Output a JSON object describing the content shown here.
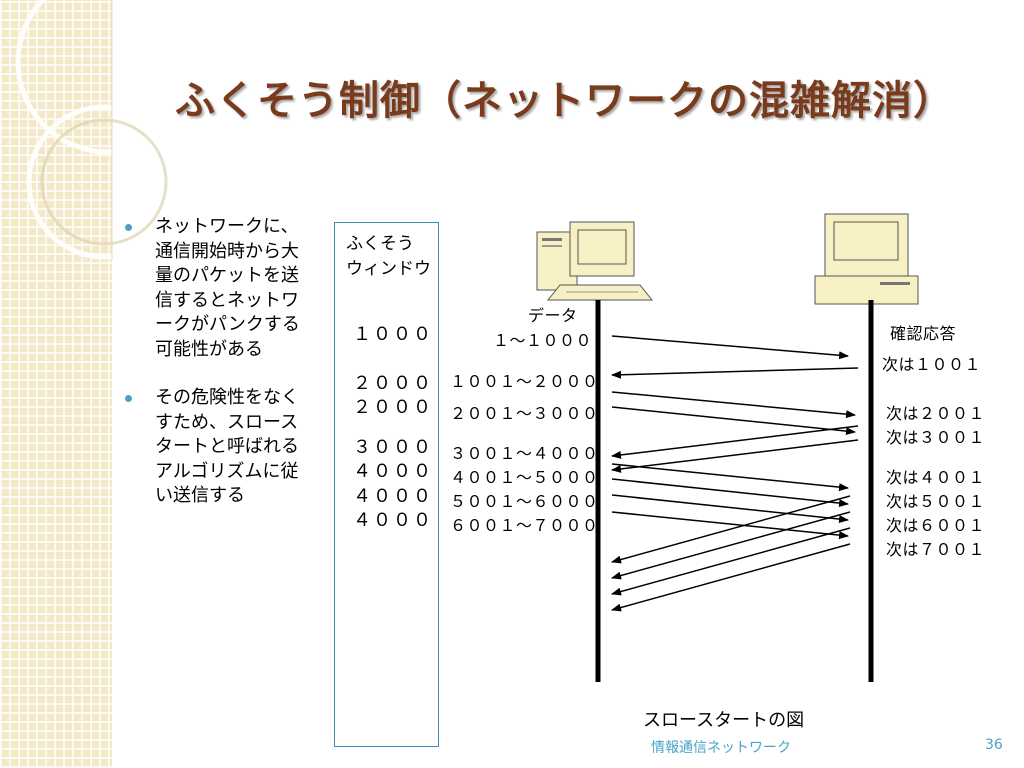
{
  "slide": {
    "title": "ふくそう制御（ネットワークの混雑解消）",
    "bullets": [
      "ネットワークに、通信開始時から大量のパケットを送信するとネットワークがパンクする可能性がある",
      "その危険性をなくすため、スロースタートと呼ばれるアルゴリズムに従い送信する"
    ],
    "footer": "情報通信ネットワーク",
    "page_number": "36"
  },
  "diagram": {
    "window_label_1": "ふくそう",
    "window_label_2": "ウィンドウ",
    "window_values": [
      "１０００",
      "２０００",
      "２０００",
      "３０００",
      "４０００",
      "４０００",
      "４０００"
    ],
    "sender_label_1": "データ",
    "sender_label_2": "１～１０００",
    "data_segments": [
      "１００１～２０００",
      "２００１～３０００",
      "３００１～４０００",
      "４００１～５０００",
      "５００１～６０００",
      "６００１～７０００"
    ],
    "receiver_label": "確認応答",
    "acks": [
      "次は１００１",
      "次は２００１",
      "次は３００１",
      "次は４００１",
      "次は５００１",
      "次は６００１",
      "次は７００１"
    ],
    "caption": "スロースタートの図"
  }
}
